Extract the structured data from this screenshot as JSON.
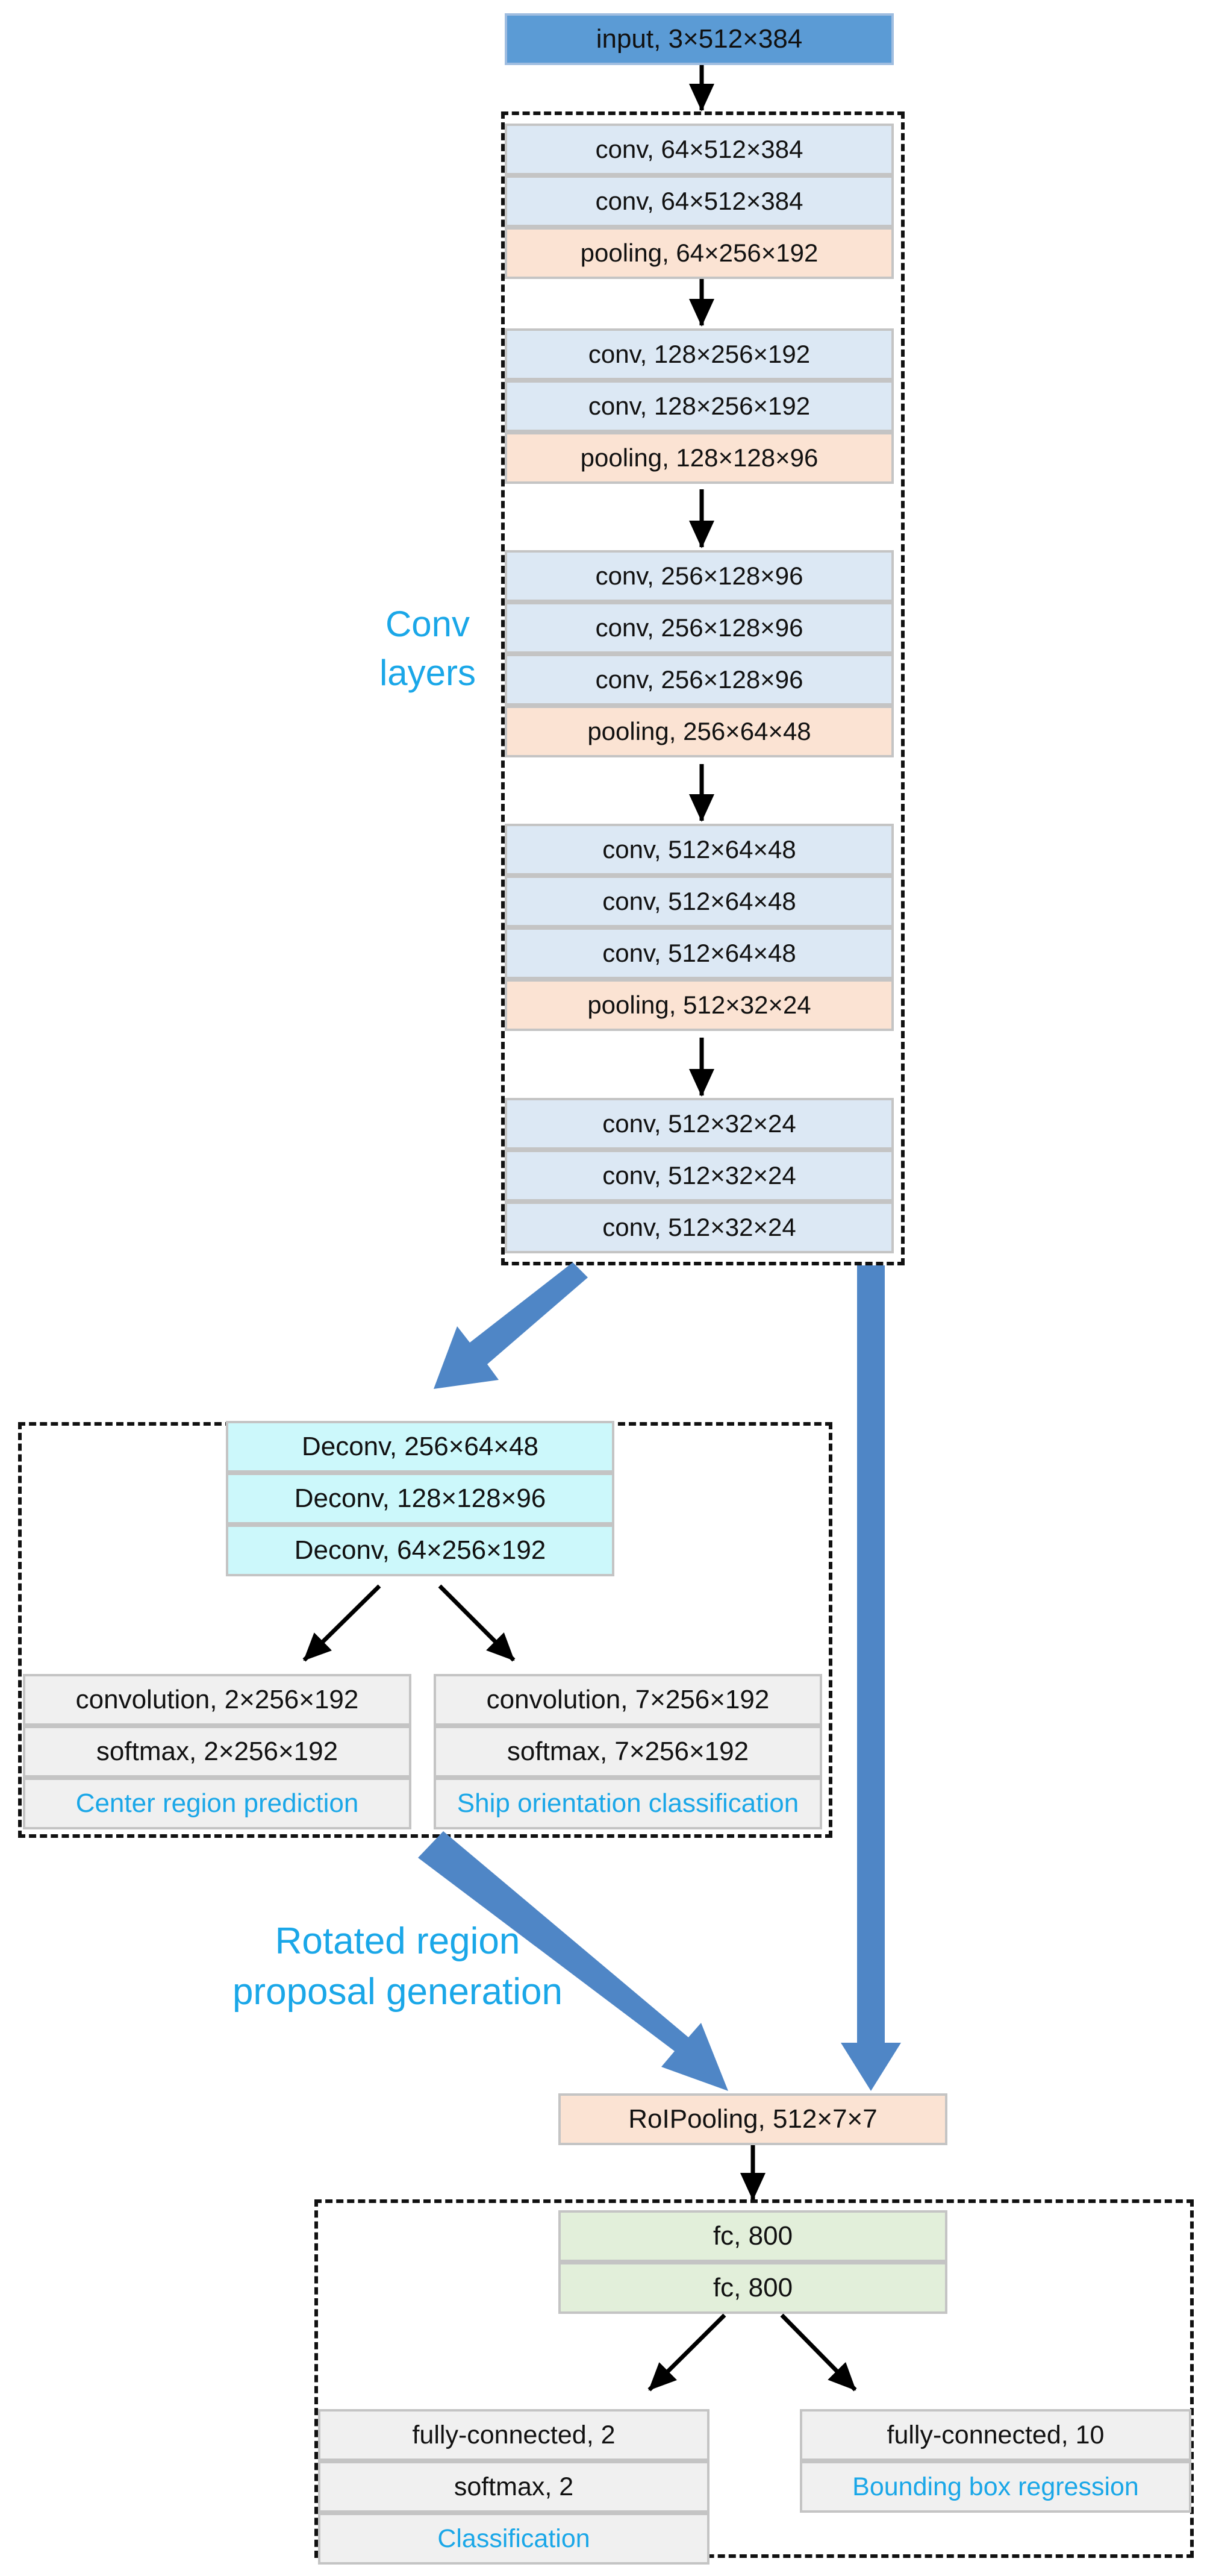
{
  "colors": {
    "input": "#5b9bd5",
    "conv": "#dce8f4",
    "pooling": "#fbe3d3",
    "deconv": "#ccf8fb",
    "gray": "#f0f0f0",
    "fc": "#e2efda",
    "roi": "#fbe3d3",
    "accent_text": "#1aa7e8",
    "big_arrow": "#4f86c6",
    "small_arrow": "#000000"
  },
  "input": {
    "label": "input, 3×512×384"
  },
  "conv_layers": {
    "group_label_line1": "Conv",
    "group_label_line2": "layers",
    "blocks": [
      [
        "conv, 64×512×384",
        "conv, 64×512×384",
        "pooling, 64×256×192"
      ],
      [
        "conv, 128×256×192",
        "conv, 128×256×192",
        "pooling, 128×128×96"
      ],
      [
        "conv, 256×128×96",
        "conv, 256×128×96",
        "conv, 256×128×96",
        "pooling, 256×64×48"
      ],
      [
        "conv, 512×64×48",
        "conv, 512×64×48",
        "conv, 512×64×48",
        "pooling, 512×32×24"
      ],
      [
        "conv, 512×32×24",
        "conv, 512×32×24",
        "conv, 512×32×24"
      ]
    ]
  },
  "deconv": {
    "layers": [
      "Deconv, 256×64×48",
      "Deconv, 128×128×96",
      "Deconv, 64×256×192"
    ],
    "left_branch": [
      "convolution, 2×256×192",
      "softmax, 2×256×192",
      "Center region prediction"
    ],
    "right_branch": [
      "convolution, 7×256×192",
      "softmax, 7×256×192",
      "Ship orientation classification"
    ]
  },
  "rrpg": {
    "line1": "Rotated region",
    "line2": "proposal generation"
  },
  "roipool": {
    "label": "RoIPooling, 512×7×7"
  },
  "fc": {
    "layers": [
      "fc, 800",
      "fc, 800"
    ],
    "left_branch": [
      "fully-connected, 2",
      "softmax, 2",
      "Classification"
    ],
    "right_branch": [
      "fully-connected, 10",
      "Bounding box regression"
    ]
  }
}
